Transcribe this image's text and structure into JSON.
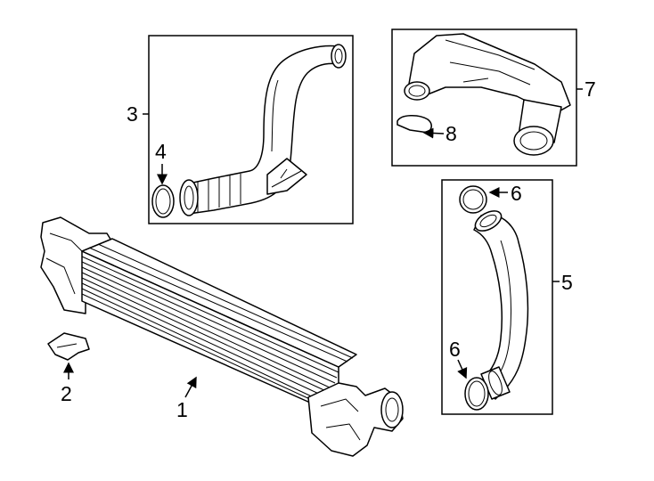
{
  "callouts": {
    "c1": "1",
    "c2": "2",
    "c3": "3",
    "c4": "4",
    "c5": "5",
    "c6a": "6",
    "c6b": "6",
    "c7": "7",
    "c8": "8"
  }
}
